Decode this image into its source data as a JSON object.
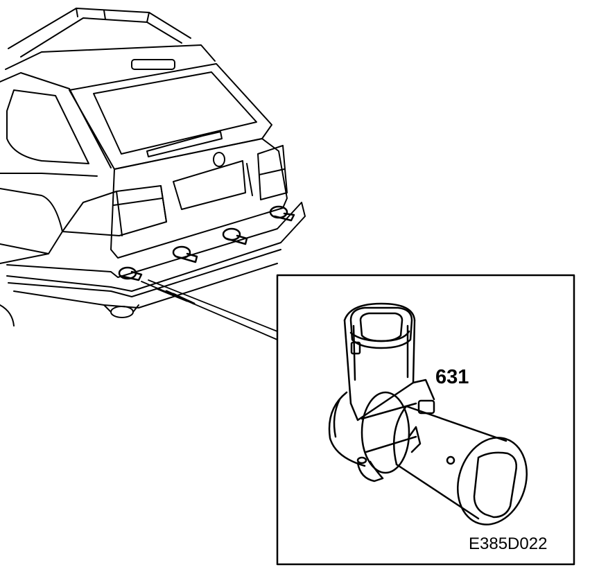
{
  "diagram": {
    "part_number": "631",
    "figure_code": "E385D022",
    "colors": {
      "line": "#000000",
      "background": "#ffffff"
    },
    "components": [
      "rear-of-vehicle",
      "parking-sensor-detail"
    ]
  }
}
